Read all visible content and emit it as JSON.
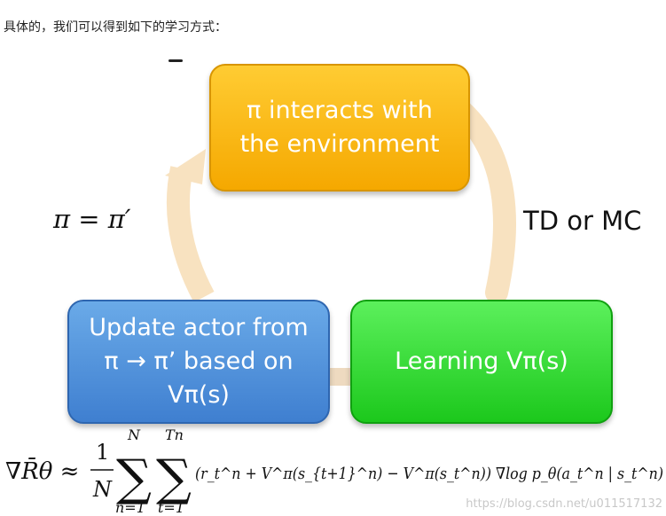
{
  "intro_text": "具体的，我们可以得到如下的学习方式：",
  "boxes": {
    "yellow": {
      "line1": "π interacts with",
      "line2": "the environment"
    },
    "green": {
      "line1": "Learning Vπ(s)"
    },
    "blue": {
      "line1": "Update actor from",
      "line2": "π → π’ based on",
      "line3": "Vπ(s)"
    }
  },
  "labels": {
    "td_mc": "TD or MC",
    "pi_update": "π = π′"
  },
  "formula": {
    "lhs": "∇R̄θ ≈",
    "frac_num": "1",
    "frac_den": "N",
    "sum1_top": "N",
    "sum1_bottom": "n=1",
    "sum2_top": "Tn",
    "sum2_bottom": "t=1",
    "body": "(r_t^n + V^π(s_{t+1}^n) − V^π(s_t^n)) ∇log p_θ(a_t^n | s_t^n)"
  },
  "watermark": "https://blog.csdn.net/u011517132",
  "colors": {
    "yellow": "#f5b400",
    "green": "#22cc22",
    "blue": "#4a8ad8",
    "arrow": "#f8e2c0"
  }
}
